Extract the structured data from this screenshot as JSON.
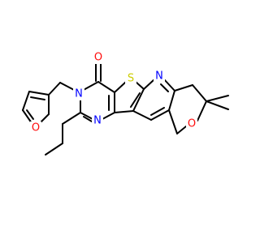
{
  "molecule": {
    "atom_labels": {
      "carbonyl_oxygen": "O",
      "thiophene_sulfur": "S",
      "pyridine_nitrogen": "N",
      "amide_nitrogen": "N",
      "imine_nitrogen": "N",
      "furan_oxygen": "O",
      "pyran_oxygen": "O"
    }
  },
  "colors": {
    "bond": "#000000",
    "background": "#ffffff",
    "carbonyl_oxygen": "#ff0d0d",
    "thiophene_sulfur": "#cccc00",
    "pyridine_nitrogen": "#0000ff",
    "amide_nitrogen": "#0000ff",
    "imine_nitrogen": "#0000ff",
    "furan_oxygen": "#ff0d0d",
    "pyran_oxygen": "#ff0d0d"
  }
}
